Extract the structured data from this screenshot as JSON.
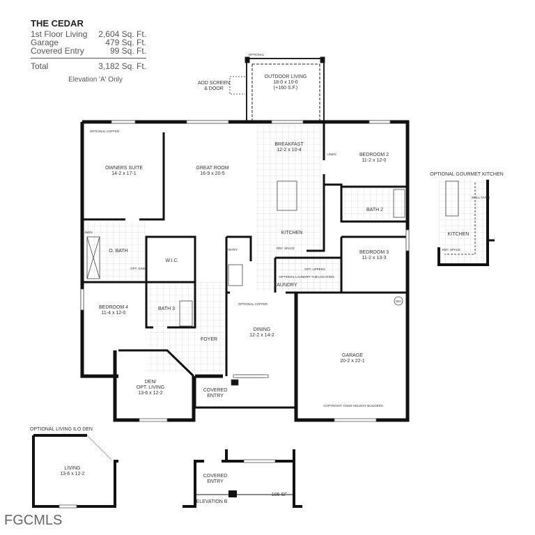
{
  "header": {
    "title": "THE CEDAR",
    "rows": [
      {
        "label": "1st Floor Living",
        "value": "2,604 Sq. Ft."
      },
      {
        "label": "Garage",
        "value": "479 Sq. Ft."
      },
      {
        "label": "Covered Entry",
        "value": "99 Sq. Ft."
      }
    ],
    "total": {
      "label": "Total",
      "value": "3,182 Sq. Ft."
    },
    "note": "Elevation 'A' Only"
  },
  "rooms": {
    "outdoor": {
      "tag": "OPTIONAL",
      "name": "OUTDOOR LIVING",
      "dims": "18-0 x 10-0",
      "extra": "(+160 S.F.)",
      "screen1": "ADD SCREEN",
      "screen2": "& DOOR"
    },
    "owners": {
      "coffer": "OPTIONAL COFFER",
      "name": "OWNERS SUITE",
      "dims": "14-2 x 17-1"
    },
    "great": {
      "name": "GREAT ROOM",
      "dims": "16-9 x 20-5"
    },
    "breakfast": {
      "name": "BREAKFAST",
      "dims": "12-2 x 10-4"
    },
    "bedroom2": {
      "name": "BEDROOM 2",
      "dims": "11-2 x 12-0",
      "linen": "LINEN"
    },
    "bath2": {
      "name": "BATH 2"
    },
    "kitchen": {
      "name": "KITCHEN",
      "ref": "REF. SPACE"
    },
    "bedroom3": {
      "name": "BEDROOM 3",
      "dims": "11-2 x 13-3"
    },
    "laundry": {
      "name": "LAUNDRY",
      "opt": "OPTIONAL LAUNDRY TUB LOCATION",
      "uppers": "OPT. UPPERS"
    },
    "obath": {
      "name": "O. BATH",
      "sink": "OPT. SINK",
      "linen": "LINEN"
    },
    "wic": {
      "name": "W.I.C."
    },
    "pantry": {
      "name": "PANTRY"
    },
    "bedroom4": {
      "name": "BEDROOM 4",
      "dims": "11-4 x 12-0"
    },
    "bath3": {
      "name": "BATH 3"
    },
    "foyer": {
      "name": "FOYER"
    },
    "dining": {
      "coffer": "OPTIONAL COFFER",
      "name": "DINING",
      "dims": "12-2 x 14-2"
    },
    "garage": {
      "name": "GARAGE",
      "dims": "20-2 x 22-1",
      "copyright": "COPYRIGHT ©2020 HOLIDAY BUILDERS",
      "wh": "WH"
    },
    "den": {
      "name1": "DEN/",
      "name2": "OPT. LIVING",
      "dims": "13-6 x 12-2"
    },
    "entry": {
      "name1": "COVERED",
      "name2": "ENTRY"
    }
  },
  "gourmet": {
    "title": "OPTIONAL GOURMET KITCHEN",
    "kitchen": "KITCHEN",
    "ref": "REF. SPACE",
    "oven": "WALL OVEN"
  },
  "alt_living": {
    "title": "OPTIONAL LIVING ILO DEN",
    "name": "LIVING",
    "dims": "13-6 x 12-2"
  },
  "elevation_b": {
    "name1": "COVERED",
    "name2": "ENTRY",
    "area": "106 SF",
    "label": "ELEVATION B"
  },
  "watermark": "FGCMLS"
}
